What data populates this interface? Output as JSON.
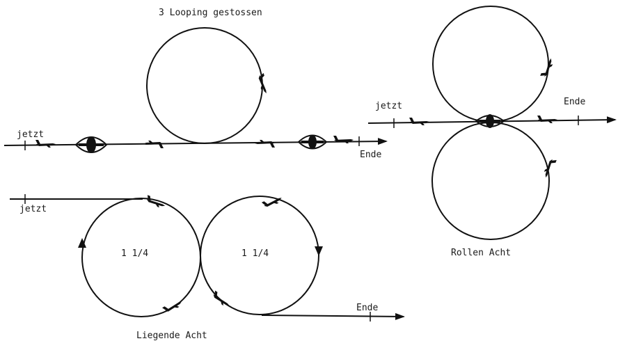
{
  "figures": {
    "looping": {
      "title": "3 Looping gestossen",
      "start_label": "jetzt",
      "end_label": "Ende"
    },
    "rollen_acht": {
      "title": "Rollen Acht",
      "start_label": "jetzt",
      "end_label": "Ende"
    },
    "liegende_acht": {
      "title": "Liegende Acht",
      "start_label": "jetzt",
      "end_label": "Ende",
      "left_loop_label": "1 1/4",
      "right_loop_label": "1 1/4"
    }
  },
  "colors": {
    "ink": "#111111",
    "background": "#ffffff"
  },
  "icons": {
    "plane": "airplane-silhouette-icon",
    "roll": "roll-symbol-icon"
  }
}
